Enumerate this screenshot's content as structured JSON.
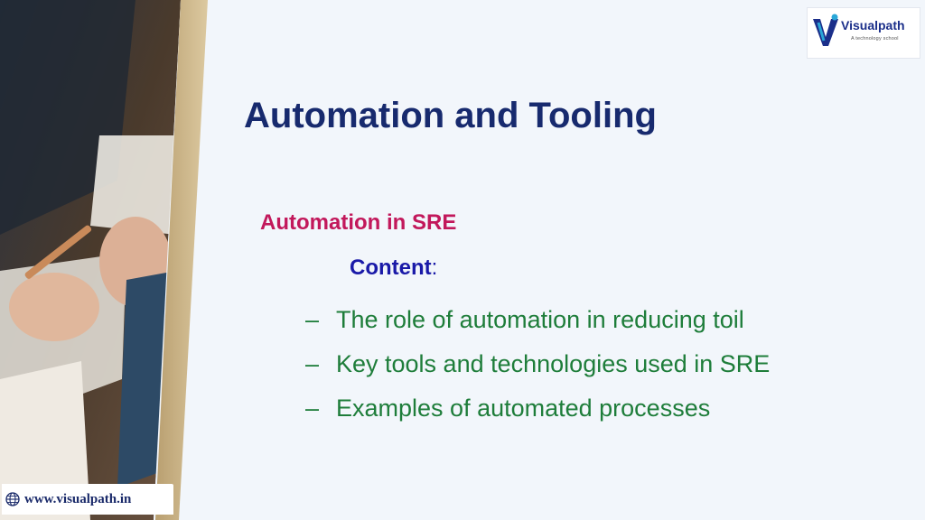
{
  "slide": {
    "title": "Automation and Tooling",
    "subtitle": "Automation in SRE",
    "content_label": "Content",
    "content_suffix": ":",
    "bullets": [
      {
        "dash": "–",
        "text": "The role of automation in reducing toil"
      },
      {
        "dash": "–",
        "text": "Key tools and technologies used in SRE"
      },
      {
        "dash": "–",
        "text": "Examples of automated processes"
      }
    ]
  },
  "logo": {
    "name": "Visualpath",
    "tagline": "A technology school"
  },
  "footer": {
    "url": "www.visualpath.in"
  },
  "colors": {
    "background": "#f2f6fb",
    "title": "#172a6e",
    "subtitle": "#c2185b",
    "content_label": "#1a1aa8",
    "bullets": "#1e7d3a",
    "accent_stripe": "#c9b48a"
  },
  "icons": {
    "logo": "visualpath-logo-icon",
    "footer": "globe-icon"
  }
}
